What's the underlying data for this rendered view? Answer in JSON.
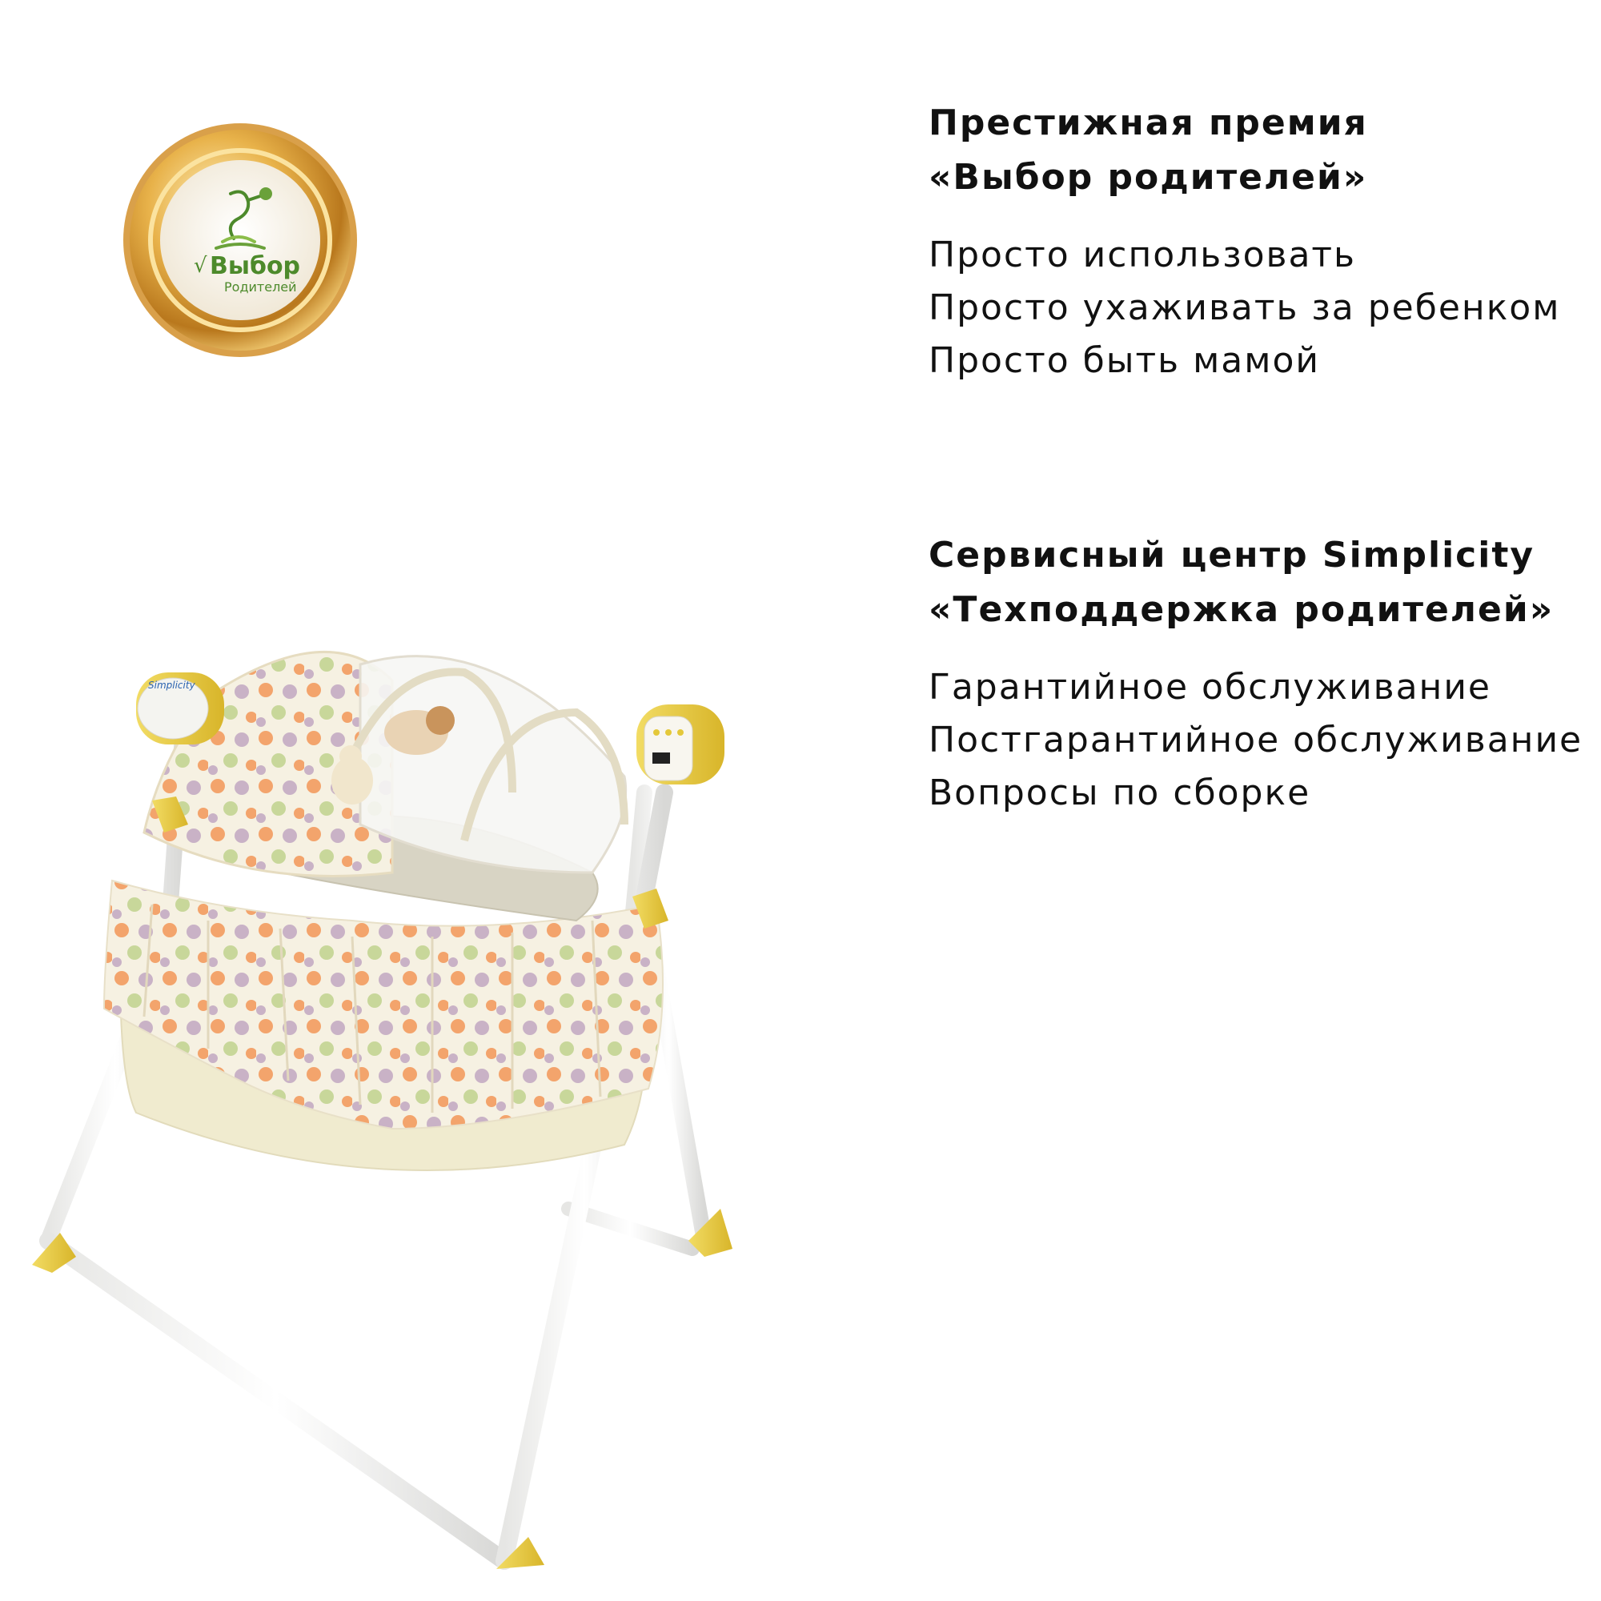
{
  "badge": {
    "logo_text": "Выбор",
    "logo_subtext": "Родителей",
    "check_mark": "√"
  },
  "award": {
    "title_line1": "Престижная премия",
    "title_line2": "«Выбор родителей»",
    "benefits": [
      "Просто использовать",
      "Просто ухаживать за ребенком",
      "Просто быть мамой"
    ]
  },
  "service": {
    "title_line1": "Сервисный центр Simplicity",
    "title_line2": "«Техподдержка родителей»",
    "items": [
      "Гарантийное обслуживание",
      "Постгарантийное обслуживание",
      "Вопросы по сборке"
    ]
  },
  "product": {
    "brand_label": "Simplicity",
    "colors": {
      "frame": "#f4f4f2",
      "accent": "#e4c83a",
      "fabric_base": "#f3eedb",
      "dot_orange": "#f3a46c",
      "dot_purple": "#c9b2c6",
      "dot_green": "#c8d79a"
    }
  }
}
